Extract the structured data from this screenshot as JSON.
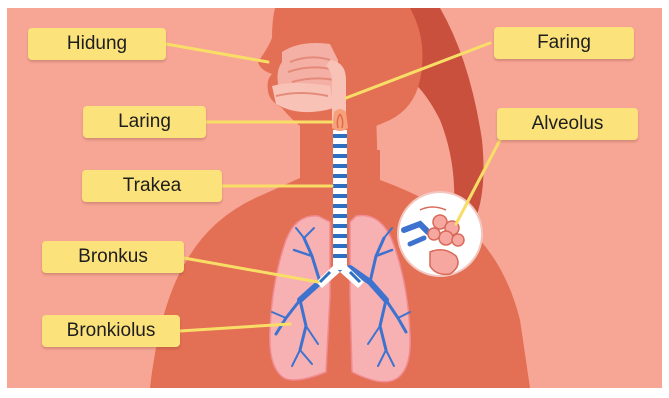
{
  "labels": {
    "hidung": "Hidung",
    "laring": "Laring",
    "trakea": "Trakea",
    "bronkus": "Bronkus",
    "bronkiolus": "Bronkiolus",
    "faring": "Faring",
    "alveolus": "Alveolus"
  },
  "colors": {
    "background": "#f7a595",
    "body": "#e36f54",
    "hair": "#c9503c",
    "lung": "#f8b1b2",
    "trachea_ring": "#2d6fc0",
    "bronchi": "#3d73cf",
    "label_fill": "#fbe27a",
    "leader_line": "#f8de67"
  }
}
